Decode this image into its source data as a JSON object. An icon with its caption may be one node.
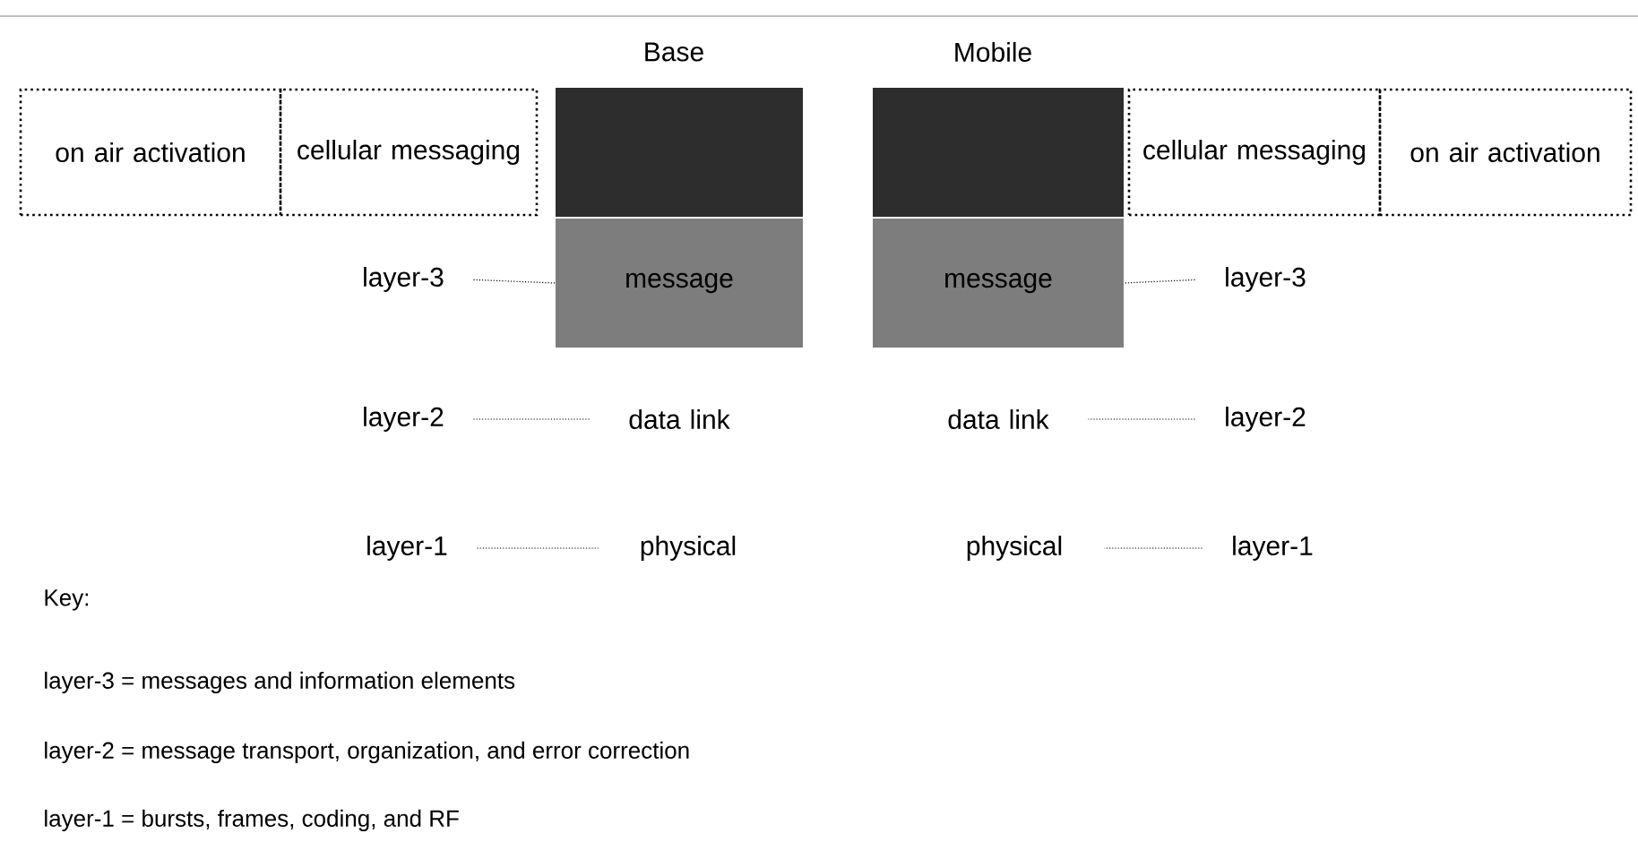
{
  "diagram": {
    "nodes": [
      {
        "text": [
          "on air activation"
        ]
      },
      {
        "text": [
          "cellular messaging"
        ]
      },
      {
        "text": [],
        "shape": "box"
      },
      {
        "text": [
          "message"
        ]
      },
      {
        "text": [
          "data link"
        ]
      },
      {
        "text": [
          "physical"
        ]
      },
      {
        "text": [],
        "shape": "box"
      },
      {
        "text": [
          "message"
        ]
      },
      {
        "text": [
          "data link"
        ]
      },
      {
        "text": [
          "physical"
        ]
      },
      {
        "text": [
          "cellular messaging"
        ]
      },
      {
        "text": [
          "on air activation"
        ]
      },
      {
        "text": [
          "layer-3"
        ]
      },
      {
        "text": [
          "layer-2"
        ]
      },
      {
        "text": [
          "layer-1"
        ]
      },
      {
        "text": [
          "layer-3"
        ]
      },
      {
        "text": [
          "layer-2"
        ]
      },
      {
        "text": [
          "layer-1"
        ]
      }
    ],
    "edges": [
      {
        "from": 12,
        "to": 3,
        "arrow": "none"
      },
      {
        "from": 13,
        "to": 4,
        "arrow": "none"
      },
      {
        "from": 14,
        "to": 5,
        "arrow": "none"
      },
      {
        "from": 15,
        "to": 7,
        "arrow": "none"
      },
      {
        "from": 16,
        "to": 8,
        "arrow": "none"
      },
      {
        "from": 17,
        "to": 9,
        "arrow": "none"
      }
    ],
    "labels": [
      "Base",
      "Mobile",
      "Key:",
      "layer-3  = messages and information elements",
      "layer-2  = message transport, organization, and error correction",
      "layer-1  = bursts, frames, coding, and RF"
    ]
  }
}
